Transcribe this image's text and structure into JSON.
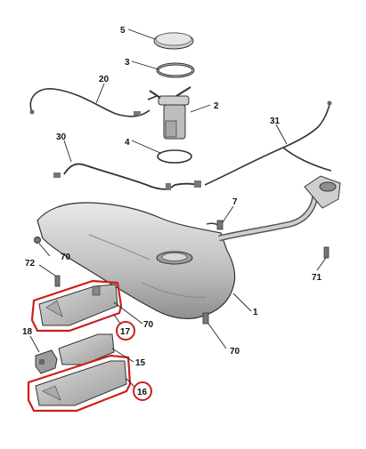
{
  "diagram": {
    "callouts": [
      {
        "id": "5",
        "label": "5"
      },
      {
        "id": "3",
        "label": "3"
      },
      {
        "id": "20",
        "label": "20"
      },
      {
        "id": "2",
        "label": "2"
      },
      {
        "id": "31",
        "label": "31"
      },
      {
        "id": "30",
        "label": "30"
      },
      {
        "id": "4",
        "label": "4"
      },
      {
        "id": "7",
        "label": "7"
      },
      {
        "id": "70a",
        "label": "70"
      },
      {
        "id": "72",
        "label": "72"
      },
      {
        "id": "70b",
        "label": "70"
      },
      {
        "id": "1",
        "label": "1"
      },
      {
        "id": "71",
        "label": "71"
      },
      {
        "id": "17",
        "label": "17"
      },
      {
        "id": "18",
        "label": "18"
      },
      {
        "id": "70c",
        "label": "70"
      },
      {
        "id": "15",
        "label": "15"
      },
      {
        "id": "16",
        "label": "16"
      }
    ],
    "highlighted_parts": [
      "17",
      "16"
    ],
    "colors": {
      "highlight": "#cc1f1f",
      "part_fill": "#d9d9d9",
      "part_stroke": "#333333",
      "leader": "#222222"
    }
  }
}
